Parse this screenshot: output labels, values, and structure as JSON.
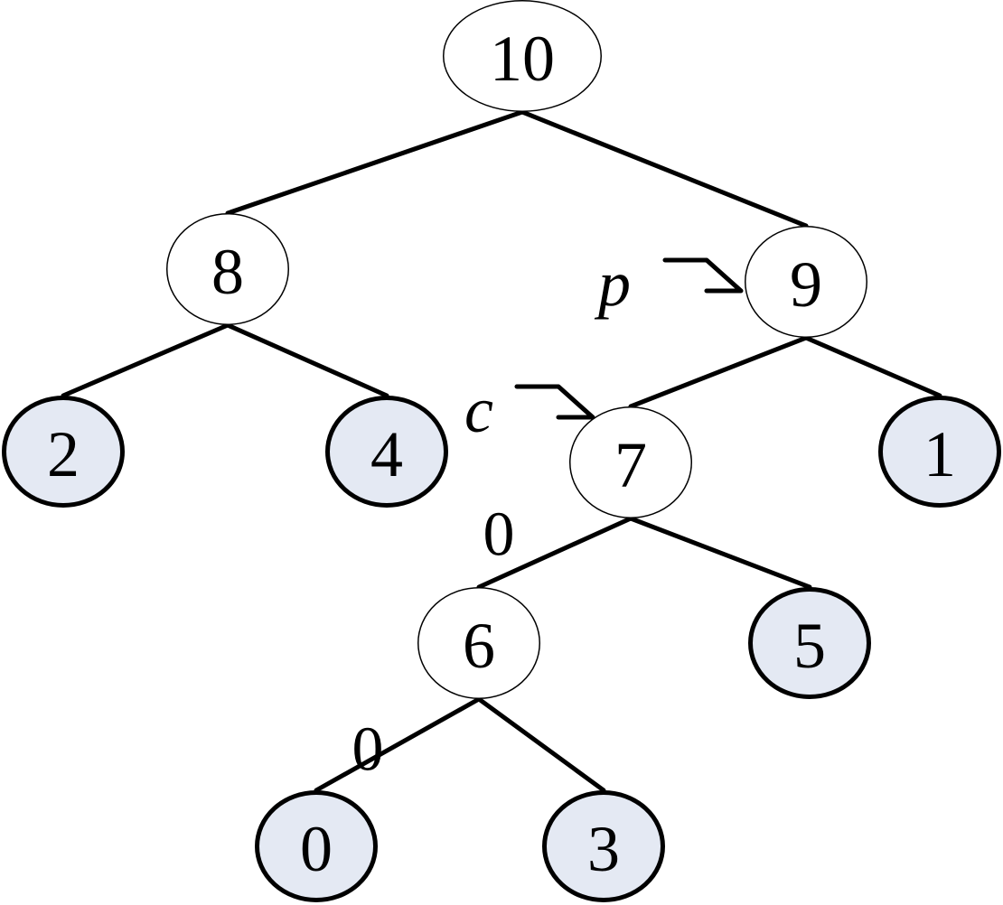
{
  "nodes": [
    {
      "id": "n10",
      "label": "10",
      "shaded": false
    },
    {
      "id": "n8",
      "label": "8",
      "shaded": false
    },
    {
      "id": "n9",
      "label": "9",
      "shaded": false
    },
    {
      "id": "n2",
      "label": "2",
      "shaded": true
    },
    {
      "id": "n4",
      "label": "4",
      "shaded": true
    },
    {
      "id": "n7",
      "label": "7",
      "shaded": false
    },
    {
      "id": "n1",
      "label": "1",
      "shaded": true
    },
    {
      "id": "n6",
      "label": "6",
      "shaded": false
    },
    {
      "id": "n5",
      "label": "5",
      "shaded": true
    },
    {
      "id": "n0",
      "label": "0",
      "shaded": true
    },
    {
      "id": "n3",
      "label": "3",
      "shaded": true
    }
  ],
  "edges": [
    {
      "from": "n10",
      "to": "n8"
    },
    {
      "from": "n10",
      "to": "n9"
    },
    {
      "from": "n8",
      "to": "n2"
    },
    {
      "from": "n8",
      "to": "n4"
    },
    {
      "from": "n9",
      "to": "n7"
    },
    {
      "from": "n9",
      "to": "n1"
    },
    {
      "from": "n7",
      "to": "n6",
      "label": "0"
    },
    {
      "from": "n7",
      "to": "n5"
    },
    {
      "from": "n6",
      "to": "n0",
      "label": "0"
    },
    {
      "from": "n6",
      "to": "n3"
    }
  ],
  "pointers": [
    {
      "label": "p",
      "target": "n9"
    },
    {
      "label": "c",
      "target": "n7"
    }
  ],
  "colors": {
    "shaded_fill": "#e4e9f3",
    "plain_fill": "#ffffff",
    "stroke": "#000000"
  }
}
